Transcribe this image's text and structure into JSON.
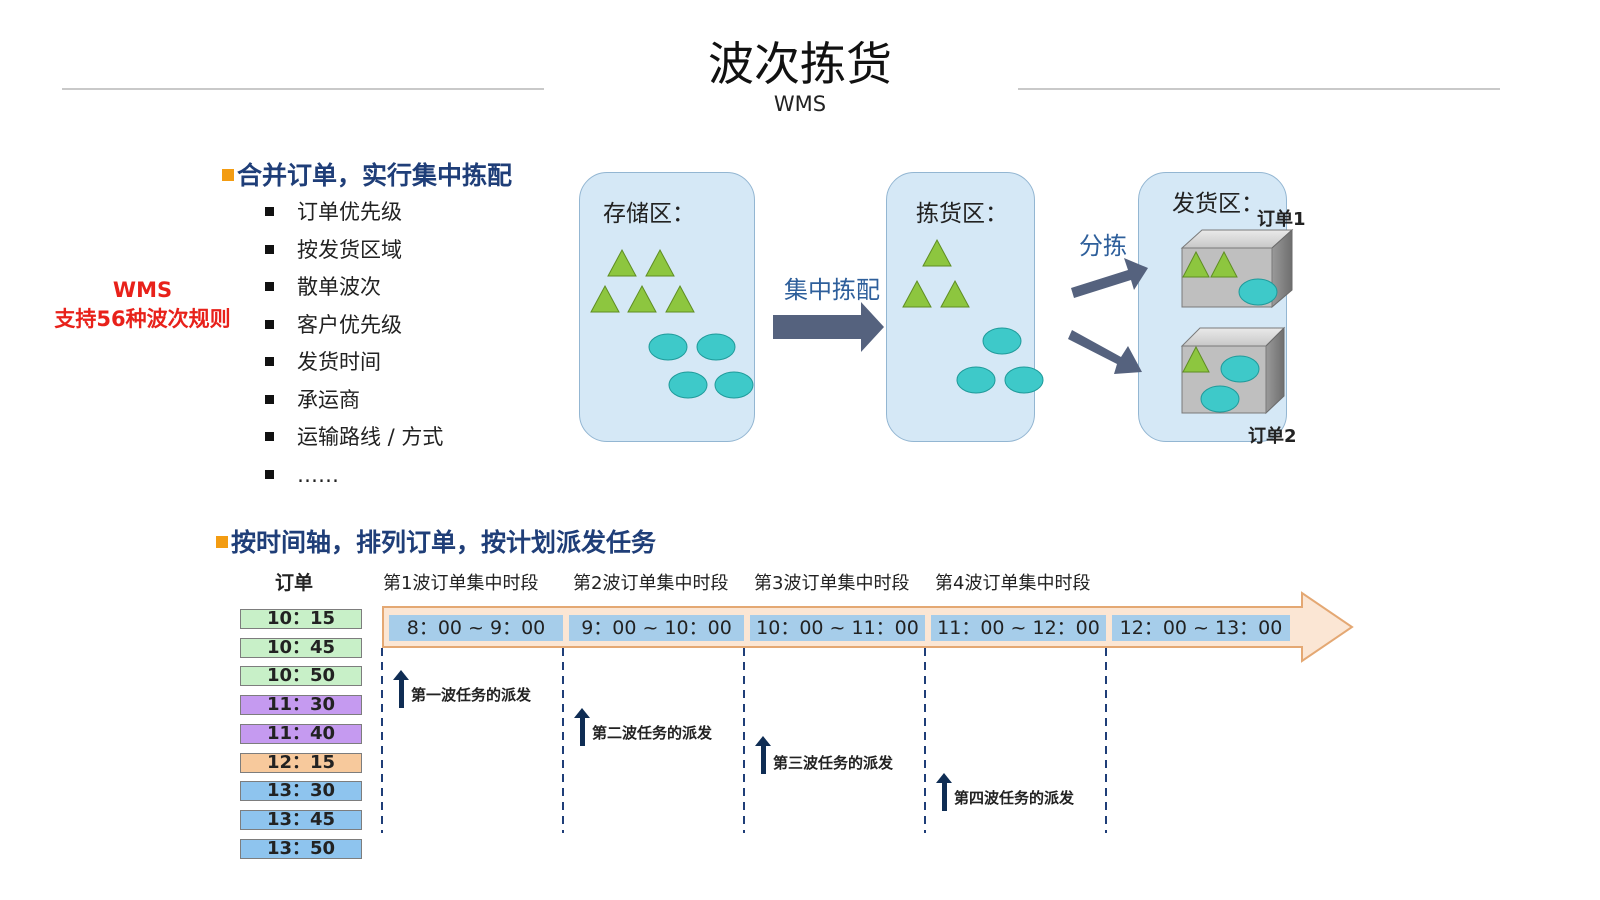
{
  "header": {
    "title": "波次拣货",
    "subtitle": "WMS"
  },
  "section1": {
    "heading": "合并订单，实行集中拣配",
    "rules": [
      "订单优先级",
      "按发货区域",
      "散单波次",
      "客户优先级",
      "发货时间",
      "承运商",
      "运输路线 / 方式",
      "……"
    ]
  },
  "wms_tag": {
    "line1": "WMS",
    "line2": "支持56种波次规则"
  },
  "diagram": {
    "storage_label": "存储区：",
    "picking_label": "拣货区：",
    "shipping_label": "发货区：",
    "consolidate_label": "集中拣配",
    "sort_label": "分拣",
    "order1_label": "订单1",
    "order2_label": "订单2"
  },
  "section2": {
    "heading": "按时间轴，排列订单，按计划派发任务",
    "orders_header": "订单",
    "orders": [
      {
        "time": "10：15",
        "color": "#c8f0c8"
      },
      {
        "time": "10：45",
        "color": "#c8f0c8"
      },
      {
        "time": "10：50",
        "color": "#c8f0c8"
      },
      {
        "time": "11：30",
        "color": "#c59af0"
      },
      {
        "time": "11：40",
        "color": "#c59af0"
      },
      {
        "time": "12：15",
        "color": "#f7c99c"
      },
      {
        "time": "13：30",
        "color": "#8ec4ee"
      },
      {
        "time": "13：45",
        "color": "#8ec4ee"
      },
      {
        "time": "13：50",
        "color": "#8ec4ee"
      }
    ],
    "periods": [
      "第1波订单集中时段",
      "第2波订单集中时段",
      "第3波订单集中时段",
      "第4波订单集中时段"
    ],
    "slots": [
      "8：00 ~ 9：00",
      "9：00 ~ 10：00",
      "10：00 ~ 11：00",
      "11：00 ~ 12：00",
      "12：00 ~ 13：00"
    ],
    "dispatches": [
      "第一波任务的派发",
      "第二波任务的派发",
      "第三波任务的派发",
      "第四波任务的派发"
    ]
  },
  "colors": {
    "heading": "#1f3e78",
    "accent_square": "#f39c12",
    "wms_tag": "#e8211a",
    "zone_fill": "#d5e8f6",
    "triangle": "#8dc63f",
    "ellipse": "#3ec9c9",
    "flow_arrow": "#55627e",
    "timeline_arrow_fill": "#fbe6d4",
    "timeline_arrow_stroke": "#e4a873",
    "slot_fill": "#a6cdea",
    "dispatch_arrow": "#0f2d54",
    "divider": "#1f3e78"
  }
}
